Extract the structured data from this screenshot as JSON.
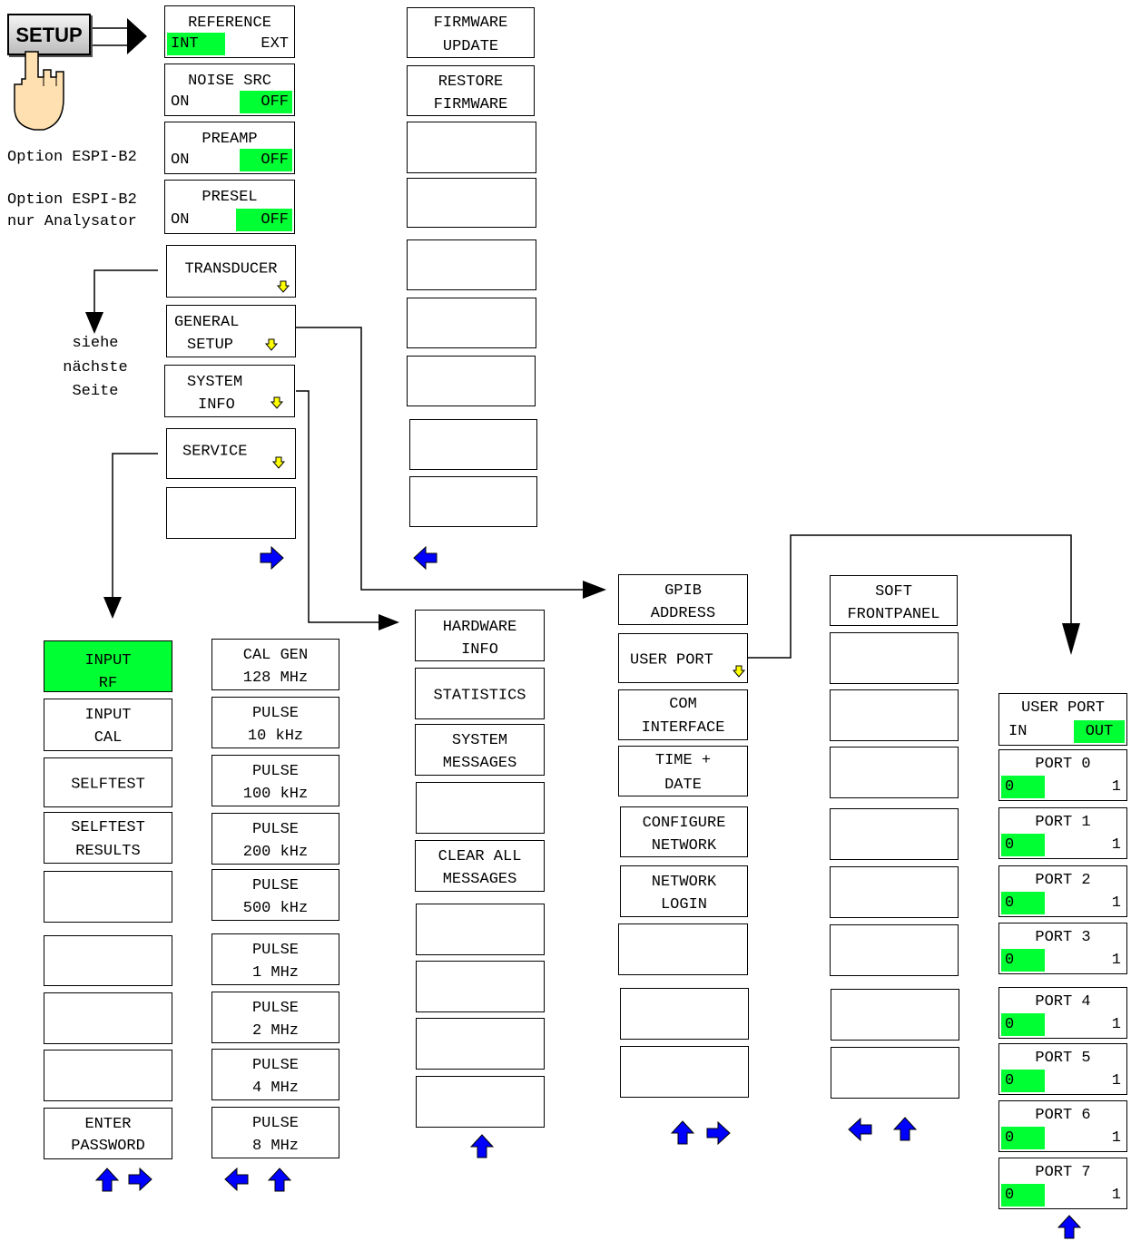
{
  "setup_key": {
    "label": "SETUP"
  },
  "notes": {
    "preamp": "Option ESPI-B2",
    "presel_1": "Option ESPI-B2",
    "presel_2": "nur Analysator",
    "siehe_1": "siehe",
    "siehe_2": "nächste",
    "siehe_3": "Seite"
  },
  "setup_menu": {
    "reference": {
      "title": "REFERENCE",
      "left": "INT",
      "right": "EXT",
      "active": "left"
    },
    "noise_src": {
      "title": "NOISE SRC",
      "left": "ON",
      "right": "OFF",
      "active": "right"
    },
    "preamp": {
      "title": "PREAMP",
      "left": "ON",
      "right": "OFF",
      "active": "right"
    },
    "presel": {
      "title": "PRESEL",
      "left": "ON",
      "right": "OFF",
      "active": "right"
    },
    "transducer": "TRANSDUCER",
    "general_setup": [
      "GENERAL",
      "SETUP"
    ],
    "system_info": [
      "SYSTEM",
      "INFO"
    ],
    "service": "SERVICE"
  },
  "firmware_menu": {
    "firmware_update": [
      "FIRMWARE",
      "UPDATE"
    ],
    "restore_firmware": [
      "RESTORE",
      "FIRMWARE"
    ]
  },
  "service_menu": {
    "input_rf": [
      "INPUT",
      "RF"
    ],
    "input_cal": [
      "INPUT",
      "CAL"
    ],
    "selftest": "SELFTEST",
    "selftest_results": [
      "SELFTEST",
      "RESULTS"
    ],
    "enter_password": [
      "ENTER",
      "PASSWORD"
    ]
  },
  "cal_menu": [
    [
      "CAL GEN",
      "128 MHz"
    ],
    [
      "PULSE",
      "10 kHz"
    ],
    [
      "PULSE",
      "100 kHz"
    ],
    [
      "PULSE",
      "200 kHz"
    ],
    [
      "PULSE",
      "500 kHz"
    ],
    [
      "PULSE",
      "1 MHz"
    ],
    [
      "PULSE",
      "2 MHz"
    ],
    [
      "PULSE",
      "4 MHz"
    ],
    [
      "PULSE",
      "8 MHz"
    ]
  ],
  "system_info_menu": {
    "hardware_info": [
      "HARDWARE",
      "INFO"
    ],
    "statistics": "STATISTICS",
    "system_messages": [
      "SYSTEM",
      "MESSAGES"
    ],
    "clear_all_messages": [
      "CLEAR ALL",
      "MESSAGES"
    ]
  },
  "general_setup_menu": {
    "gpib_address": [
      "GPIB",
      "ADDRESS"
    ],
    "user_port": "USER PORT",
    "com_interface": [
      "COM",
      "INTERFACE"
    ],
    "time_date": [
      "TIME +",
      "DATE"
    ],
    "configure_network": [
      "CONFIGURE",
      "NETWORK"
    ],
    "network_login": [
      "NETWORK",
      "LOGIN"
    ]
  },
  "soft_frontpanel_menu": {
    "soft_frontpanel": [
      "SOFT",
      "FRONTPANEL"
    ]
  },
  "user_port_menu": {
    "user_port": {
      "title": "USER PORT",
      "left": "IN",
      "right": "OUT",
      "active": "right"
    },
    "ports": [
      {
        "title": "PORT 0",
        "left": "0",
        "right": "1"
      },
      {
        "title": "PORT 1",
        "left": "0",
        "right": "1"
      },
      {
        "title": "PORT 2",
        "left": "0",
        "right": "1"
      },
      {
        "title": "PORT 3",
        "left": "0",
        "right": "1"
      },
      {
        "title": "PORT 4",
        "left": "0",
        "right": "1"
      },
      {
        "title": "PORT 5",
        "left": "0",
        "right": "1"
      },
      {
        "title": "PORT 6",
        "left": "0",
        "right": "1"
      },
      {
        "title": "PORT 7",
        "left": "0",
        "right": "1"
      }
    ]
  },
  "colors": {
    "active": "#00ff33",
    "nav_arrow": "#0000ff",
    "submenu_arrow": "#ffff00"
  },
  "icons": {
    "nav": [
      "nav-up-icon",
      "nav-right-icon",
      "nav-left-icon"
    ],
    "submenu": "submenu-arrow-icon",
    "hand": "hand-icon"
  }
}
